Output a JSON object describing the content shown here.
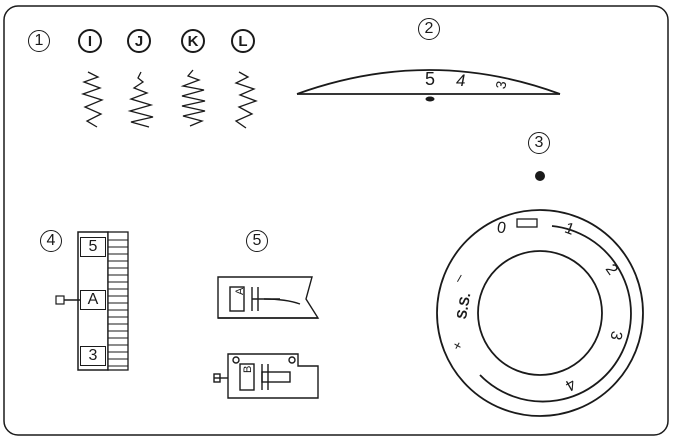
{
  "callouts": {
    "c1": "1",
    "c2": "2",
    "c3": "3",
    "c4": "4",
    "c5": "5"
  },
  "stitches": [
    "I",
    "J",
    "K",
    "L"
  ],
  "length_dial": {
    "numbers": [
      "5",
      "4",
      "3"
    ]
  },
  "width_dial": {
    "marks": [
      "0",
      "1",
      "2",
      "3",
      "4"
    ],
    "ss_label": "S.S.",
    "plus": "+",
    "minus": "–"
  },
  "presser_adjuster": {
    "boxes": [
      "5",
      "A",
      "3"
    ]
  },
  "feet": {
    "foot_a": "A",
    "foot_b": "B"
  }
}
